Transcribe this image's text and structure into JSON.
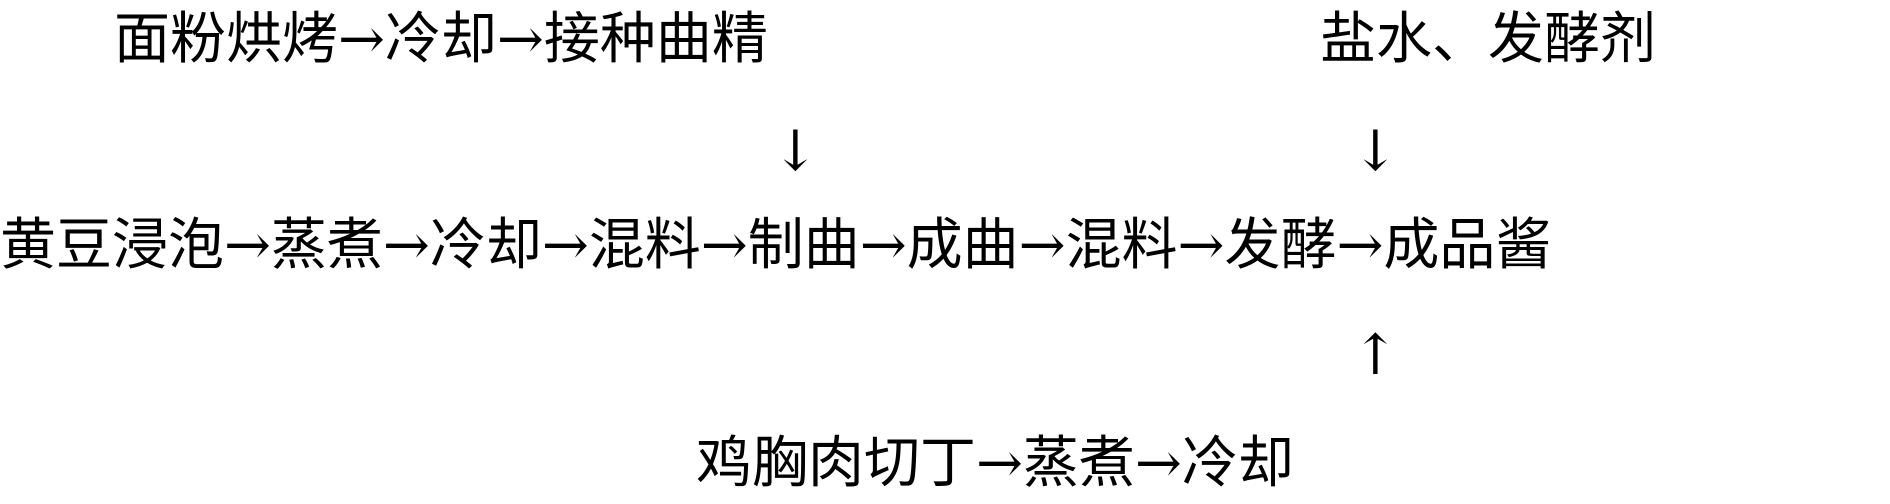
{
  "flow": {
    "flour_branch": "面粉烘烤→冷却→接种曲精",
    "brine_branch": "盐水、发酵剂",
    "main_line": "黄豆浸泡→蒸煮→冷却→混料→制曲→成曲→混料→发酵→成品酱",
    "chicken_branch": "鸡胸肉切丁→蒸煮→冷却"
  },
  "arrows": {
    "flour_down": "↓",
    "brine_down": "↓",
    "chicken_up": "↑"
  }
}
